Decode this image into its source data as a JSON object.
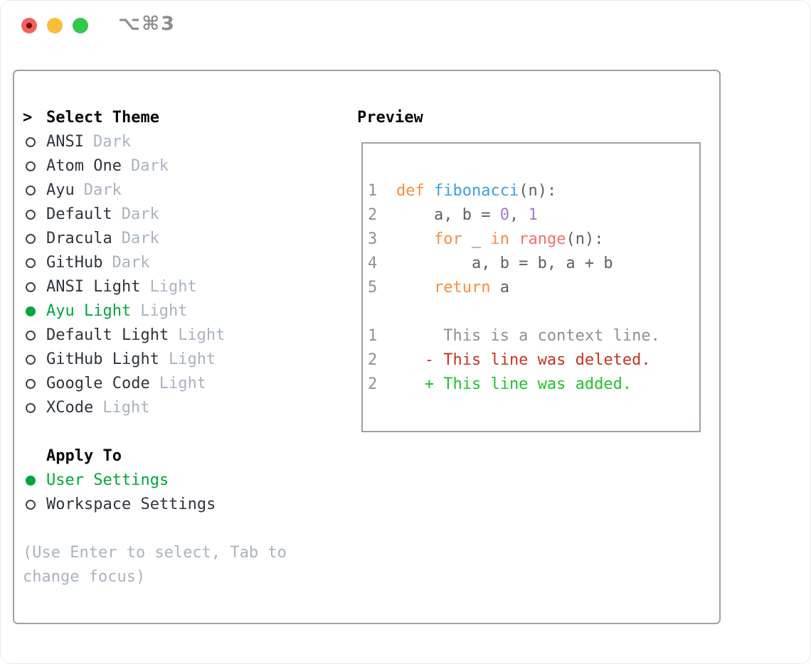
{
  "window": {
    "title": "⌥⌘3"
  },
  "colors": {
    "selection_green": "#00a63f",
    "panel_border": "#9aa2ad",
    "traffic_red": "#f4615b",
    "traffic_yellow": "#f8bd3a",
    "traffic_green": "#34c74b",
    "syntax": {
      "keyword": "#fa8d3e",
      "function": "#399ee6",
      "number": "#a37acc",
      "call": "#f07171",
      "default": "#5c6166",
      "line_number": "#8a9199",
      "context": "#8a9199",
      "deleted": "#c5351f",
      "added": "#1ec42a"
    }
  },
  "theme_selector": {
    "header_marker": ">",
    "header": "Select Theme",
    "items": [
      {
        "name": "ANSI",
        "tag": "Dark",
        "selected": false
      },
      {
        "name": "Atom One",
        "tag": "Dark",
        "selected": false
      },
      {
        "name": "Ayu",
        "tag": "Dark",
        "selected": false
      },
      {
        "name": "Default",
        "tag": "Dark",
        "selected": false
      },
      {
        "name": "Dracula",
        "tag": "Dark",
        "selected": false
      },
      {
        "name": "GitHub",
        "tag": "Dark",
        "selected": false
      },
      {
        "name": "ANSI Light",
        "tag": "Light",
        "selected": false
      },
      {
        "name": "Ayu Light",
        "tag": "Light",
        "selected": true
      },
      {
        "name": "Default Light",
        "tag": "Light",
        "selected": false
      },
      {
        "name": "GitHub Light",
        "tag": "Light",
        "selected": false
      },
      {
        "name": "Google Code",
        "tag": "Light",
        "selected": false
      },
      {
        "name": "XCode",
        "tag": "Light",
        "selected": false
      }
    ]
  },
  "apply_to": {
    "header": "Apply To",
    "options": [
      {
        "label": "User Settings",
        "selected": true
      },
      {
        "label": "Workspace Settings",
        "selected": false
      }
    ]
  },
  "hint": "(Use Enter to select, Tab to change focus)",
  "preview": {
    "header": "Preview",
    "lines": [
      {
        "num": "1",
        "segments": [
          [
            "keyword",
            "def"
          ],
          [
            "default",
            " "
          ],
          [
            "function",
            "fibonacci"
          ],
          [
            "default",
            "(n):"
          ]
        ]
      },
      {
        "num": "2",
        "segments": [
          [
            "default",
            "    a, b = "
          ],
          [
            "number",
            "0"
          ],
          [
            "default",
            ", "
          ],
          [
            "number",
            "1"
          ]
        ]
      },
      {
        "num": "3",
        "segments": [
          [
            "default",
            "    "
          ],
          [
            "keyword",
            "for"
          ],
          [
            "default",
            " _ "
          ],
          [
            "keyword",
            "in"
          ],
          [
            "default",
            " "
          ],
          [
            "call",
            "range"
          ],
          [
            "default",
            "(n):"
          ]
        ]
      },
      {
        "num": "4",
        "segments": [
          [
            "default",
            "        a, b = b, a + b"
          ]
        ]
      },
      {
        "num": "5",
        "segments": [
          [
            "default",
            "    "
          ],
          [
            "keyword",
            "return"
          ],
          [
            "default",
            " a"
          ]
        ]
      },
      {
        "num": "",
        "segments": []
      },
      {
        "num": "1",
        "segments": [
          [
            "context",
            "     This is a context line."
          ]
        ]
      },
      {
        "num": "2",
        "segments": [
          [
            "deleted",
            "   - This line was deleted."
          ]
        ]
      },
      {
        "num": "2",
        "segments": [
          [
            "added",
            "   + This line was added."
          ]
        ]
      }
    ]
  }
}
